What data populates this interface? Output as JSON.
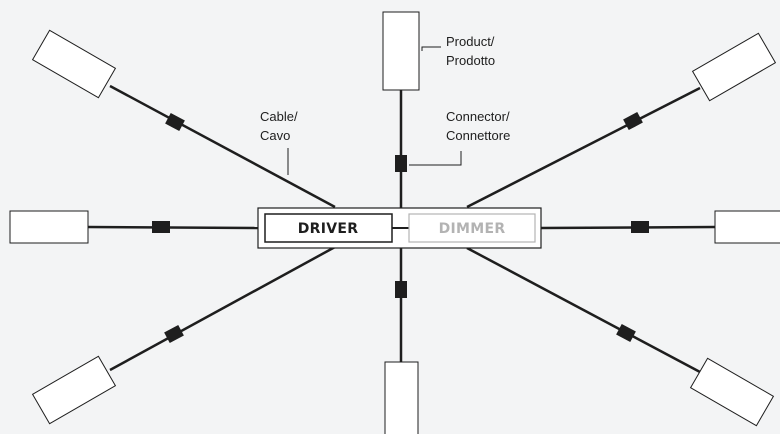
{
  "labels": {
    "product_line1": "Product/",
    "product_line2": "Prodotto",
    "cable_line1": "Cable/",
    "cable_line2": "Cavo",
    "connector_line1": "Connector/",
    "connector_line2": "Connettore"
  },
  "control_box": {
    "driver_label": "DRIVER",
    "dimmer_label": "DIMMER"
  },
  "colors": {
    "background": "#f3f4f5",
    "line": "#1e1e1e",
    "dimmer_text": "#b3b3b3"
  }
}
